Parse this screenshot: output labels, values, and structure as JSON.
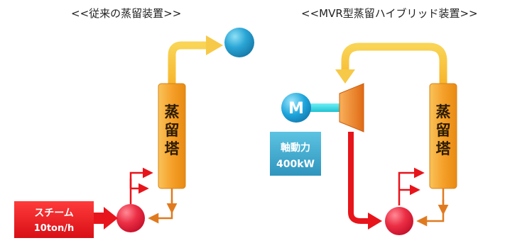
{
  "left_diagram": {
    "title": "<<従来の蒸留装置>>",
    "tower_label": [
      "蒸",
      "留",
      "塔"
    ],
    "steam_box": {
      "line1": "スチーム",
      "line2": "10ton/h"
    }
  },
  "right_diagram": {
    "title": "<<MVR型蒸留ハイブリッド装置>>",
    "tower_label": [
      "蒸",
      "留",
      "塔"
    ],
    "motor_label": "M",
    "power_box": {
      "line1": "軸動力",
      "line2": "400kW"
    }
  },
  "colors": {
    "tower": "#f5a623",
    "vapor_arrow": "#f7c948",
    "red_arrow": "#e8141b",
    "orange_arrow": "#e07a1f",
    "reboiler": "#e8263c",
    "condenser": "#2aa6d6",
    "motor": "#1aa3d9",
    "shaft": "#31d4e0",
    "power_box": "#3aa9cf",
    "steam_box": "#e8141b"
  }
}
